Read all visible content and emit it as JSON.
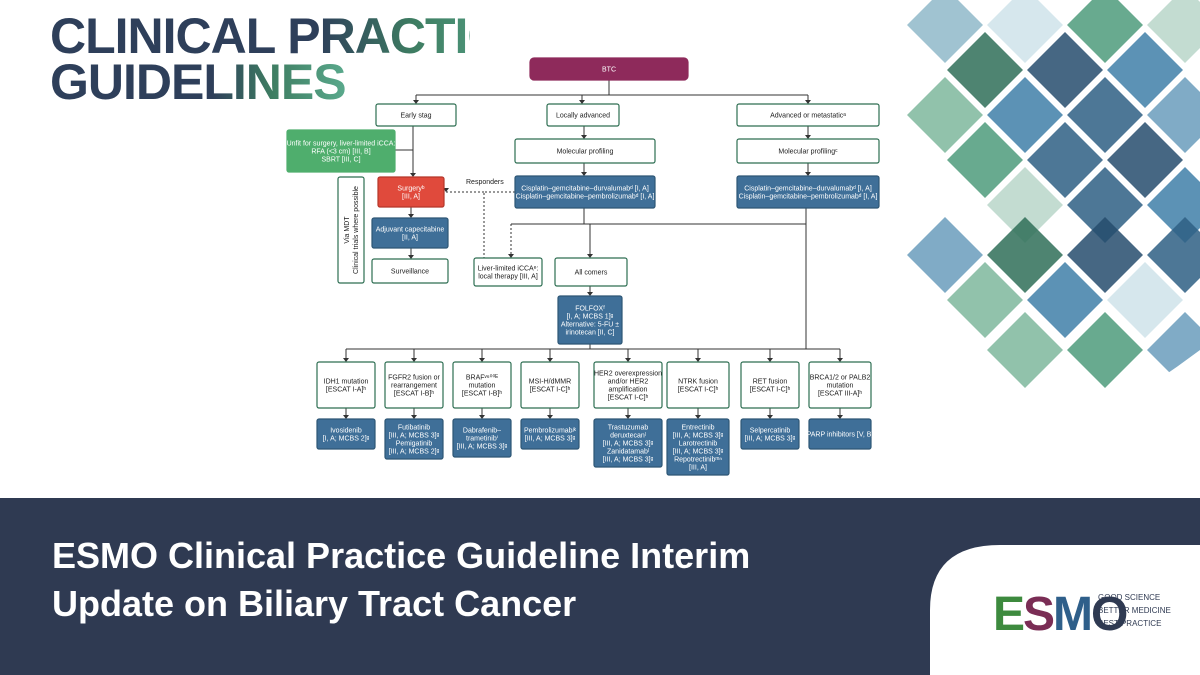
{
  "banner": {
    "line1": "CLINICAL PRACTICE",
    "line2": "GUIDELINES"
  },
  "footer": {
    "title_line1": "ESMO Clinical Practice Guideline Interim",
    "title_line2": "Update on Biliary Tract Cancer"
  },
  "esmo_logo": {
    "wordmark": "ESMO",
    "tagline": [
      "GOOD SCIENCE",
      "BETTER MEDICINE",
      "BEST PRACTICE"
    ]
  },
  "colors": {
    "footer_bg": "#2f3a52",
    "root_node": "#8e2a5b",
    "green_node": "#4fae6d",
    "blue_node": "#3f6f98",
    "red_node": "#e04a3c",
    "node_border": "#2d6e52"
  },
  "diagram": {
    "root": "BTC",
    "stages": {
      "early": "Early stag",
      "locally": "Locally advanced",
      "advanced": "Advanced or metastaticᵃ"
    },
    "unfit": [
      "Unfit for surgery, liver-limited iCCA:",
      "RFA (<3 cm) [III, B]",
      "SBRT [III, C]"
    ],
    "mdt_side": [
      "Via MDT",
      "Clinical trials where possible"
    ],
    "surgery": [
      "Surgeryᵇ",
      "[III, A]"
    ],
    "responders": "Responders",
    "adjuvant": [
      "Adjuvant capecitabine",
      "[II, A]"
    ],
    "surveillance": "Surveillance",
    "mol_prof_1": "Molecular profiling",
    "mol_prof_2": "Molecular profilingᶜ",
    "chemo_1": [
      "Cisplatin–gemcitabine–durvalumabᵈ [I, A]",
      "Cisplatin–gemcitabine–pembrolizumabᵈ [I, A]"
    ],
    "chemo_2": [
      "Cisplatin–gemcitabine–durvalumabᵈ [I, A]",
      "Cisplatin–gemcitabine–pembrolizumabᵈ [I, A]"
    ],
    "liver_limited": [
      "Liver-limited iCCAᵉ:",
      "local therapy [III, A]"
    ],
    "all_comers": "All comers",
    "folfox": [
      "FOLFOXᶠ",
      "[I, A; MCBS 1]ᵍ",
      "Alternative: 5-FU ±",
      "irinotecan [II, C]"
    ],
    "mutations": [
      {
        "label": [
          "IDH1 mutation",
          "[ESCAT I-A]ʰ"
        ],
        "therapy": [
          "Ivosidenib",
          "[I, A; MCBS 2]ᵍ"
        ]
      },
      {
        "label": [
          "FGFR2 fusion or",
          "rearrangement",
          "[ESCAT I-B]ʰ"
        ],
        "therapy": [
          "Futibatinib",
          "[III, A; MCBS 3]ᵍ",
          "Pemigatinib",
          "[III, A; MCBS 2]ᵍ"
        ]
      },
      {
        "label": [
          "BRAFᵛ⁶⁰⁰ᴱ",
          "mutation",
          "[ESCAT I-B]ʰ"
        ],
        "therapy": [
          "Dabrafenib–",
          "trametinibⁱ",
          "[III, A; MCBS 3]ᵍ"
        ]
      },
      {
        "label": [
          "MSI-H/dMMR",
          "[ESCAT I-C]ʰ"
        ],
        "therapy": [
          "Pembrolizumabʲᵏ",
          "[III, A; MCBS 3]ᵍ"
        ]
      },
      {
        "label": [
          "HER2 overexpression",
          "and/or HER2",
          "amplification",
          "[ESCAT I-C]ʰ"
        ],
        "therapy": [
          "Trastuzumab",
          "deruxtecanˡ",
          "[III, A; MCBS 3]ᵍ",
          "Zanidatamabˡ",
          "[III, A; MCBS 3]ᵍ"
        ]
      },
      {
        "label": [
          "NTRK fusion",
          "[ESCAT I-C]ʰ"
        ],
        "therapy": [
          "Entrectinib",
          "[III, A; MCBS 3]ᵍ",
          "Larotrectinib",
          "[III, A; MCBS 3]ᵍ",
          "Repotrectinibᵐⁿ",
          "[III, A]"
        ]
      },
      {
        "label": [
          "RET fusion",
          "[ESCAT I-C]ʰ"
        ],
        "therapy": [
          "Selpercatinib",
          "[III, A; MCBS 3]ᵍ"
        ]
      },
      {
        "label": [
          "BRCA1/2 or PALB2",
          "mutation",
          "[ESCAT III-A]ʰ"
        ],
        "therapy": [
          "PARP inhibitors [V, B]"
        ]
      }
    ]
  }
}
